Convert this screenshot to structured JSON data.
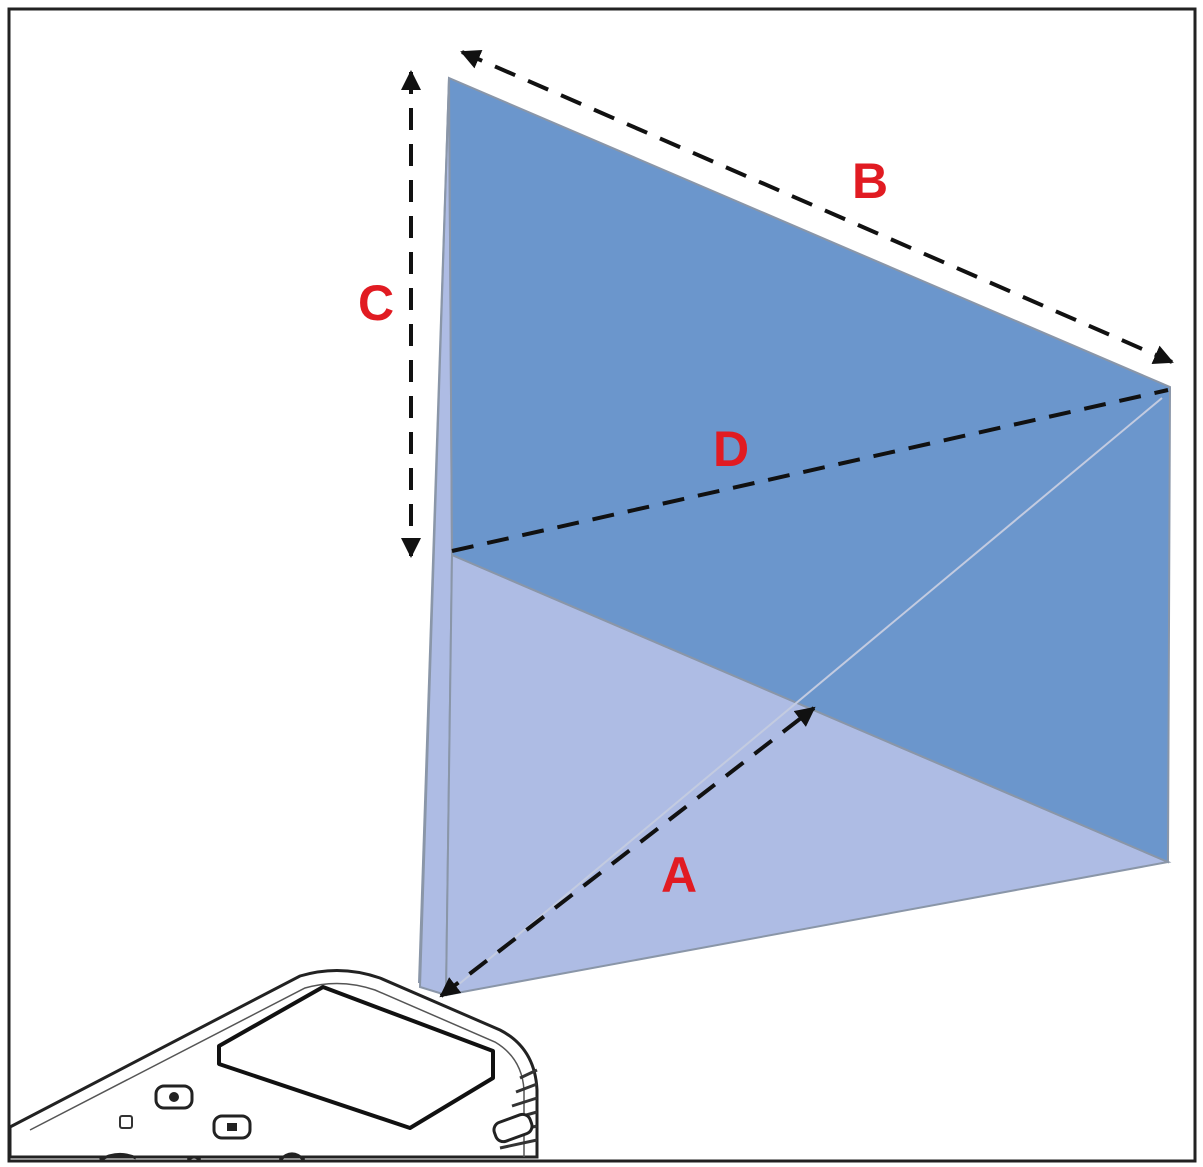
{
  "labels": {
    "a": "A",
    "b": "B",
    "c": "C",
    "d": "D"
  },
  "colors": {
    "screen": "#6b96cc",
    "beam": "#aebce4",
    "label": "#e11b22",
    "dash": "#111111",
    "frame": "#222222",
    "edge": "#8a96a8"
  }
}
